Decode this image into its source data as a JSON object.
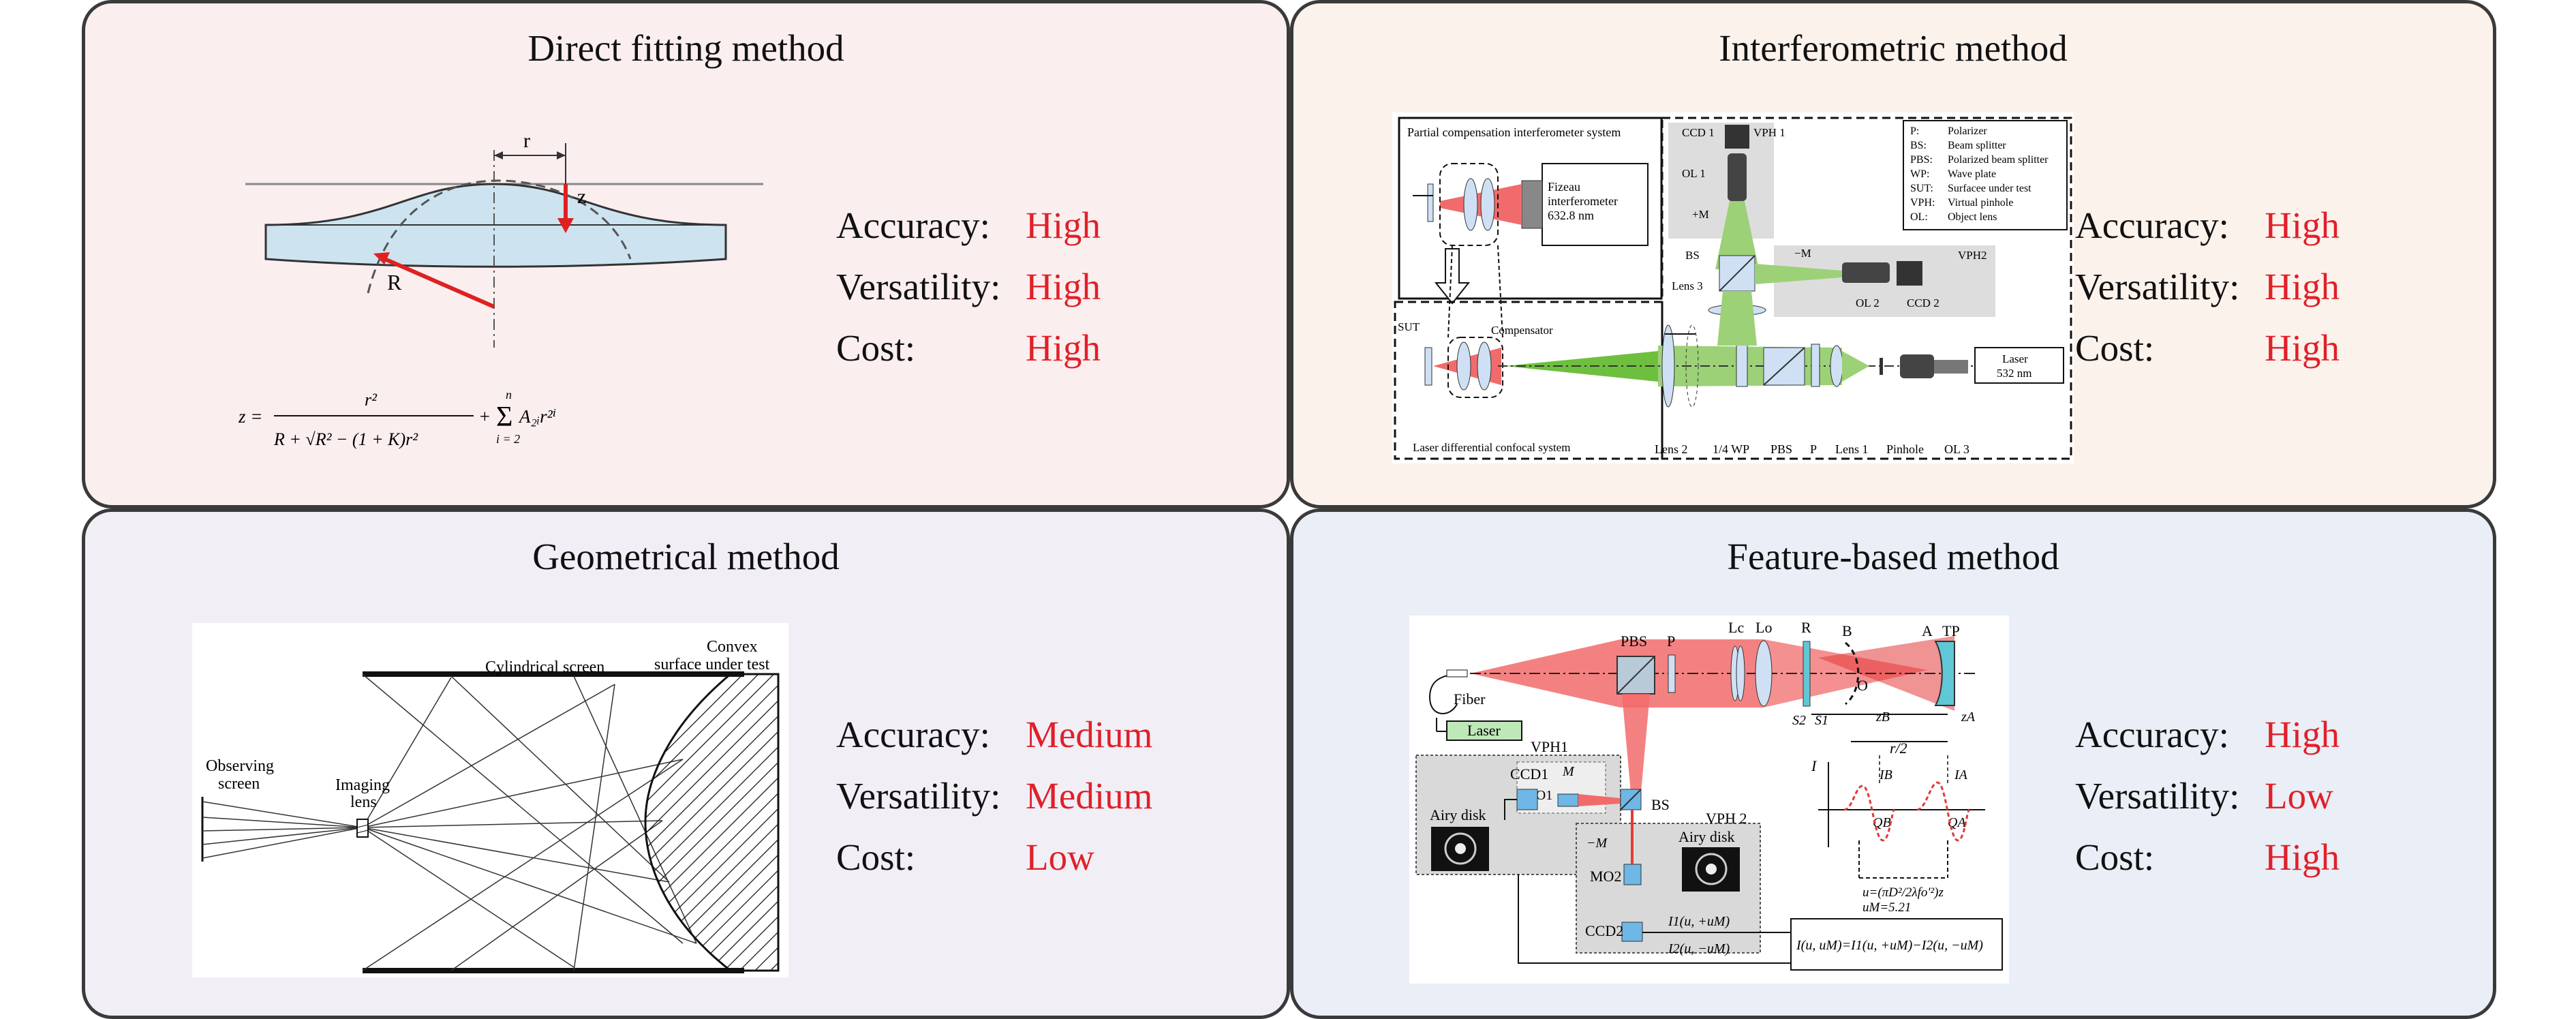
{
  "panels": {
    "direct": {
      "title": "Direct fitting method",
      "metrics": [
        {
          "label": "Accuracy:",
          "value": "High"
        },
        {
          "label": "Versatility:",
          "value": "High"
        },
        {
          "label": "Cost:",
          "value": "High"
        }
      ],
      "figure": {
        "r": "r",
        "z": "z",
        "R": "R"
      }
    },
    "interferometric": {
      "title": "Interferometric method",
      "metrics": [
        {
          "label": "Accuracy:",
          "value": "High"
        },
        {
          "label": "Versatility:",
          "value": "High"
        },
        {
          "label": "Cost:",
          "value": "High"
        }
      ],
      "figure": {
        "partial_label": "Partial compensation interferometer system",
        "fizeau": [
          "Fizeau",
          "interferometer",
          "632.8 nm"
        ],
        "laser_label": "Laser differential confocal system",
        "compensator": "Compensator",
        "sut": "SUT",
        "ccd1": "CCD 1",
        "vph1": "VPH 1",
        "ol1": "OL 1",
        "plus_m": "+M",
        "bs": "BS",
        "minus_m": "−M",
        "vph2": "VPH2",
        "lens3": "Lens 3",
        "ol2": "OL 2",
        "ccd2": "CCD 2",
        "laser": [
          "Laser",
          "532 nm"
        ],
        "bottom_labels": [
          "Lens 2",
          "1/4 WP",
          "PBS",
          "P",
          "Lens 1",
          "Pinhole",
          "OL 3"
        ],
        "legend": [
          [
            "P:",
            "Polarizer"
          ],
          [
            "BS:",
            "Beam splitter"
          ],
          [
            "PBS:",
            "Polarized beam splitter"
          ],
          [
            "WP:",
            "Wave plate"
          ],
          [
            "SUT:",
            "Surfacee under test"
          ],
          [
            "VPH:",
            "Virtual pinhole"
          ],
          [
            "OL:",
            "Object lens"
          ]
        ]
      }
    },
    "geometrical": {
      "title": "Geometrical method",
      "metrics": [
        {
          "label": "Accuracy:",
          "value": "Medium"
        },
        {
          "label": "Versatility:",
          "value": "Medium"
        },
        {
          "label": "Cost:",
          "value": "Low"
        }
      ],
      "figure": {
        "observing": [
          "Observing",
          "screen"
        ],
        "imaging": [
          "Imaging",
          "lens"
        ],
        "cylindrical": "Cylindrical screen",
        "convex": [
          "Convex",
          "surface under test"
        ]
      }
    },
    "feature": {
      "title": "Feature-based method",
      "metrics": [
        {
          "label": "Accuracy:",
          "value": "High"
        },
        {
          "label": "Versatility:",
          "value": "Low"
        },
        {
          "label": "Cost:",
          "value": "High"
        }
      ],
      "figure": {
        "pbs": "PBS",
        "p": "P",
        "lc": "Lc",
        "lo": "Lo",
        "r": "R",
        "b": "B",
        "a": "A",
        "tp": "TP",
        "fiber": "Fiber",
        "laser": "Laser",
        "vph1": "VPH1",
        "ccd1": "CCD1",
        "mo1": "MO1",
        "bs": "BS",
        "vph2": "VPH 2",
        "mo2": "MO2",
        "ccd2": "CCD2",
        "airy1": "Airy disk",
        "airy2": "Airy disk",
        "o": "O",
        "s2": "S2",
        "s1": "S1",
        "zb": "zB",
        "za": "zA",
        "r2": "r/2",
        "i": "I",
        "ib": "IB",
        "ia": "IA",
        "qb": "QB",
        "qa": "QA",
        "u1": "u=(πD²/2λfo'²)z",
        "u2": "uM=5.21",
        "i1": "I1(u, +uM)",
        "i2": "I2(u, −uM)",
        "iu": "I(u, uM)=I1(u, +uM)−I2(u, −uM)",
        "m_plus": "M",
        "m_minus": "−M"
      }
    }
  },
  "colors": {
    "value": "#e0202a",
    "beam_red": "#f04040",
    "beam_green": "#6fbf3f",
    "panel_border": "#3a3a3a"
  }
}
